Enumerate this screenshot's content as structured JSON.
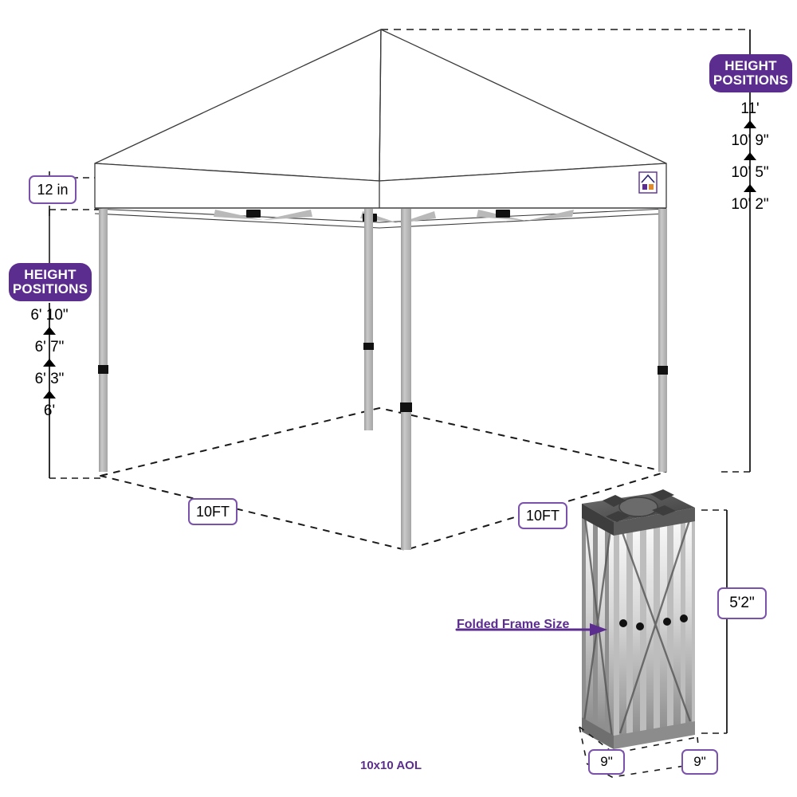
{
  "diagram": {
    "caption": "10x10 AOL",
    "product_logo": "canopy-brand-logo"
  },
  "height_positions_right": {
    "badge_line1": "HEIGHT",
    "badge_line2": "POSITIONS",
    "steps": [
      "11'",
      "10' 9\"",
      "10' 5\"",
      "10' 2\""
    ],
    "arrow_icon": "up-triangle-icon"
  },
  "height_positions_left": {
    "badge_line1": "HEIGHT",
    "badge_line2": "POSITIONS",
    "steps": [
      "6' 10\"",
      "6' 7\"",
      "6' 3\"",
      "6'"
    ],
    "arrow_icon": "up-triangle-icon"
  },
  "dimensions": {
    "valance": "12 in",
    "width_left": "10FT",
    "width_right": "10FT",
    "folded_height": "5'2\"",
    "folded_width_left": "9\"",
    "folded_width_right": "9\""
  },
  "folded_frame": {
    "label": "Folded Frame Size",
    "arrow_icon": "right-arrow-icon"
  },
  "colors": {
    "accent_purple": "#5B2D8E",
    "outline_purple": "#7B52AB",
    "leg_gray": "#B3B3B3",
    "frame_dark": "#4D4D4D",
    "line_black": "#1A1A1A"
  }
}
